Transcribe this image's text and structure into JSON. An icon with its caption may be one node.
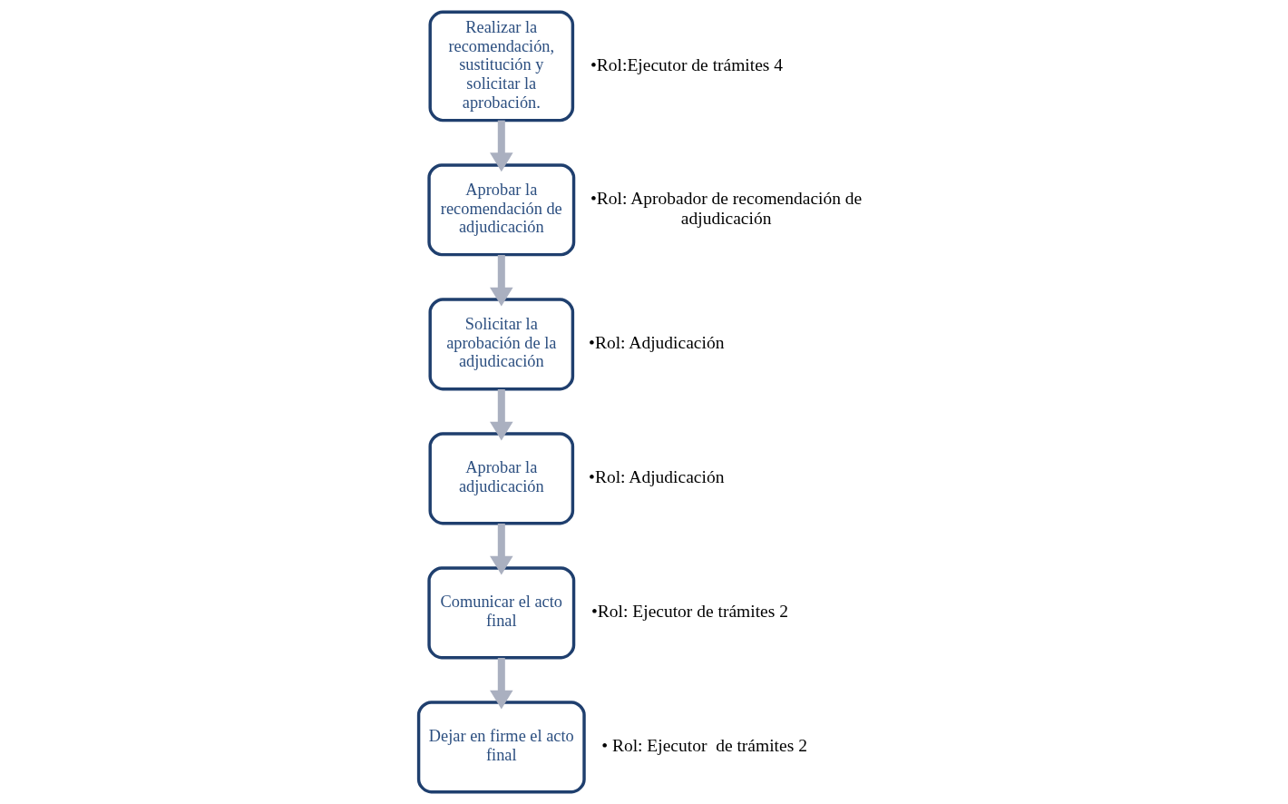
{
  "diagram": {
    "nodes": [
      {
        "text": [
          "Realizar la recomendación, sustitución y solicitar la aprobación."
        ],
        "beside": [
          "•Rol:Ejecutor de trámites 4"
        ]
      },
      {
        "text": [
          "Aprobar la recomendación de adjudicación"
        ],
        "beside": [
          "•Rol: Aprobador de recomendación de adjudicación"
        ]
      },
      {
        "text": [
          "Solicitar la aprobación de la adjudicación"
        ],
        "beside": [
          "•Rol: Adjudicación"
        ]
      },
      {
        "text": [
          "Aprobar la adjudicación"
        ],
        "beside": [
          "•Rol: Adjudicación"
        ]
      },
      {
        "text": [
          "Comunicar el acto final"
        ],
        "beside": [
          "•Rol: Ejecutor de trámites 2"
        ]
      },
      {
        "text": [
          "Dejar en firme el acto final"
        ],
        "beside": [
          "• Rol: Ejecutor  de trámites 2"
        ]
      }
    ],
    "edges": [
      {
        "from": 0,
        "to": 1,
        "arrow": "to"
      },
      {
        "from": 1,
        "to": 2,
        "arrow": "to"
      },
      {
        "from": 2,
        "to": 3,
        "arrow": "to"
      },
      {
        "from": 3,
        "to": 4,
        "arrow": "to"
      },
      {
        "from": 4,
        "to": 5,
        "arrow": "to"
      }
    ]
  }
}
